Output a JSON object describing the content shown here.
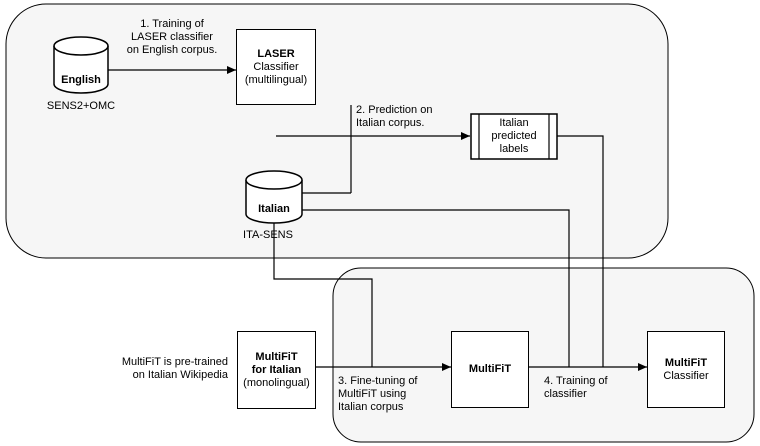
{
  "regions": {
    "top": {
      "name": "top-region"
    },
    "bottom": {
      "name": "bottom-region"
    }
  },
  "english_db": {
    "label": "English",
    "caption": "SENS2+OMC"
  },
  "italian_db": {
    "label": "Italian",
    "caption": "ITA-SENS"
  },
  "laser_box": {
    "title": "LASER",
    "line2": "Classifier",
    "line3": "(multilingual)"
  },
  "predicted_box": {
    "text": "Italian\npredicted\nlabels"
  },
  "multifit_italian_box": {
    "title": "MultiFiT\nfor Italian",
    "line3": "(monolingual)"
  },
  "multifit_box": {
    "title": "MultiFiT"
  },
  "multifit_classifier_box": {
    "title": "MultiFiT",
    "line2": "Classifier"
  },
  "steps": {
    "step1": "1. Training of\nLASER classifier\non English corpus.",
    "step2": "2. Prediction on\nItalian corpus.",
    "step3": "3. Fine-tuning of\nMultiFiT using\nItalian corpus",
    "step4": "4. Training of\nclassifier"
  },
  "pretrain_note": "MultiFiT is pre-trained\non Italian Wikipedia"
}
